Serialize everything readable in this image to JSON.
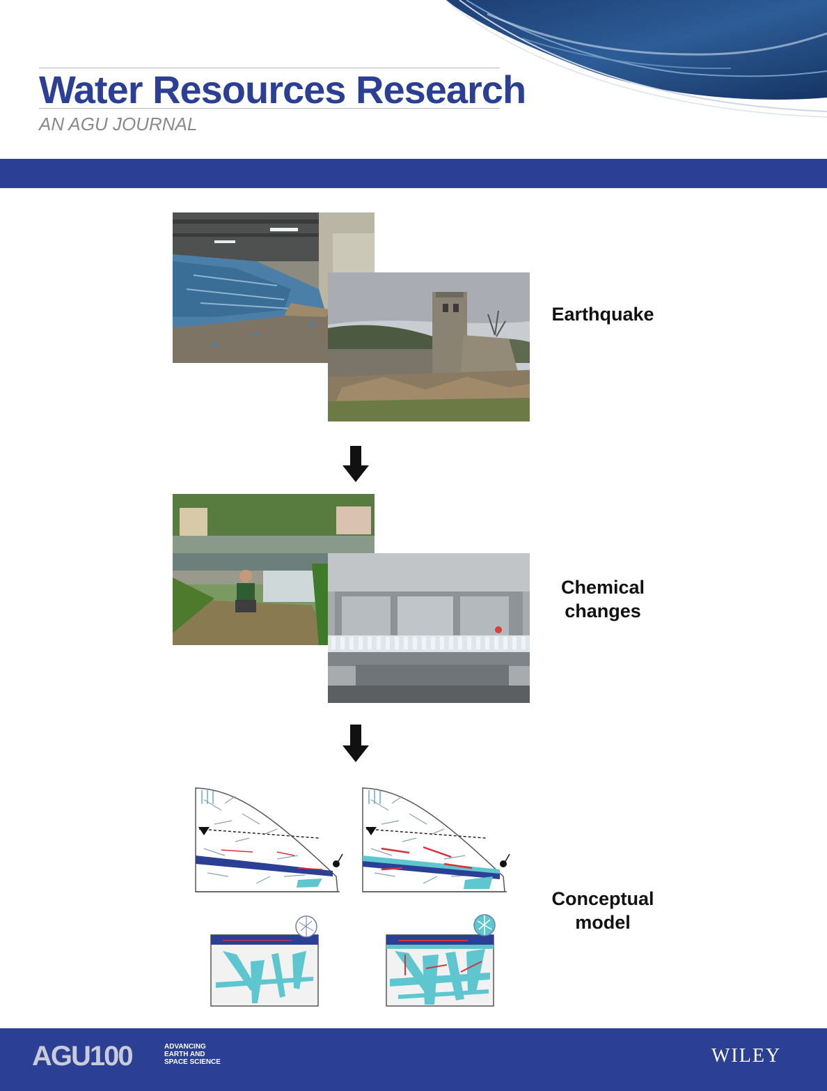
{
  "header": {
    "title": "Water Resources Research",
    "subtitle": "AN AGU JOURNAL"
  },
  "steps": [
    {
      "label": "Earthquake"
    },
    {
      "label": "Chemical\nchanges"
    },
    {
      "label": "Conceptual\nmodel"
    }
  ],
  "footer": {
    "agu_logo": "AGU100",
    "agu_tagline": "ADVANCING\nEARTH AND\nSPACE SCIENCE",
    "publisher": "WILEY"
  },
  "colors": {
    "brand_blue": "#2b3f94",
    "aquifer_cyan": "#5ec6cf",
    "flow_red": "#d9303a"
  },
  "icons": [
    "down-arrow-icon",
    "down-arrow-icon",
    "water-table-marker-icon"
  ]
}
